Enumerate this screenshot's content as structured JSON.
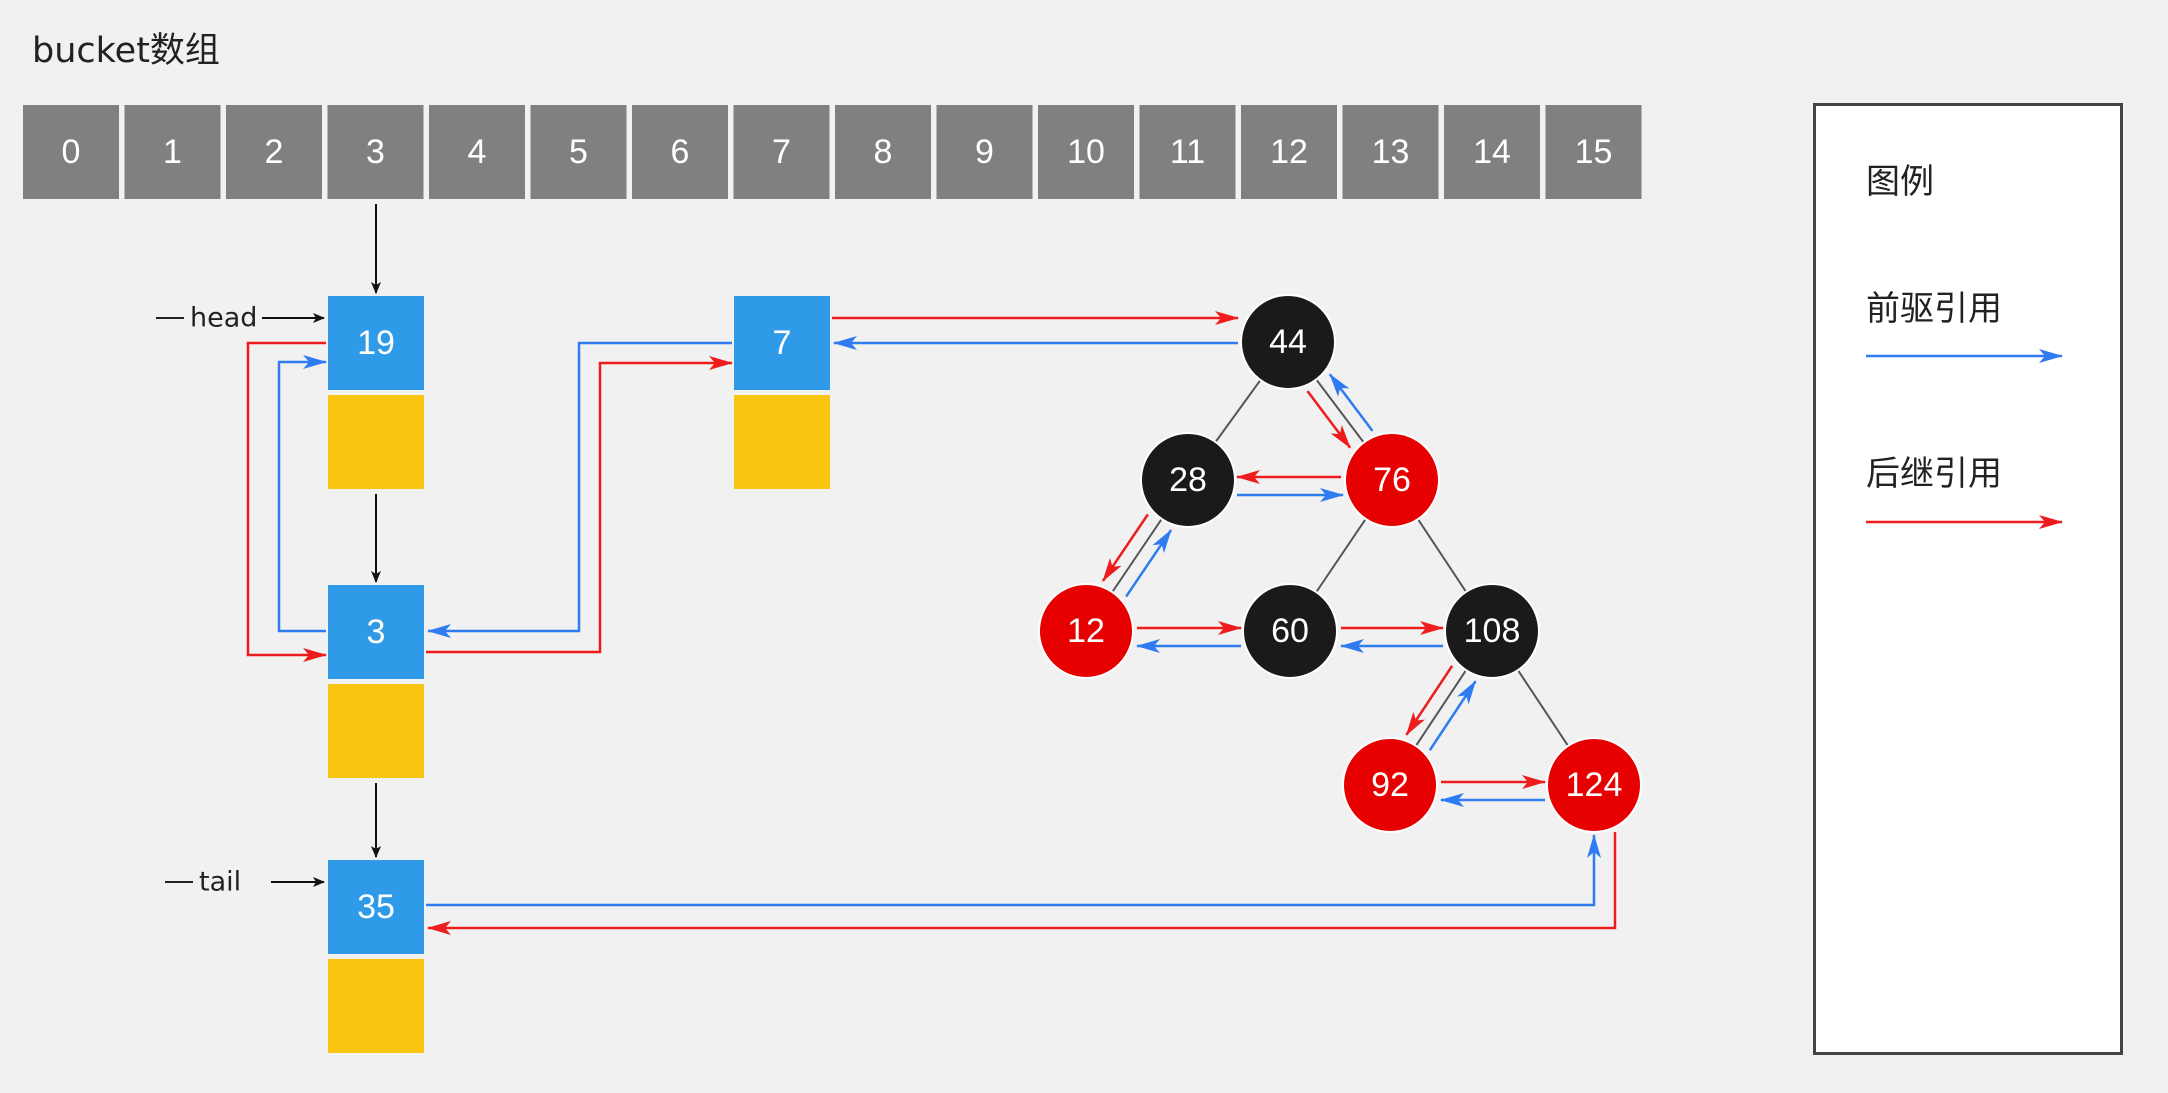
{
  "title": "bucket数组",
  "bucket": {
    "indices": [
      "0",
      "1",
      "2",
      "3",
      "4",
      "5",
      "6",
      "7",
      "8",
      "9",
      "10",
      "11",
      "12",
      "13",
      "14",
      "15"
    ],
    "occupied": [
      "3"
    ]
  },
  "colors": {
    "bucket_cell": "#808080",
    "list_key": "#2f9be8",
    "list_value": "#f8c611",
    "rb_red": "#e60000",
    "rb_black": "#1a1a1a",
    "prev_ref": "#2f7bf0",
    "next_ref": "#ee1c1c",
    "tree_edge": "#555555"
  },
  "linked_list": {
    "head_label": "head",
    "tail_label": "tail",
    "nodes": [
      {
        "key": "19",
        "role": "head"
      },
      {
        "key": "3",
        "role": ""
      },
      {
        "key": "35",
        "role": "tail"
      }
    ],
    "extra_node": {
      "key": "7"
    }
  },
  "red_black_tree": {
    "nodes": [
      {
        "key": "44",
        "color": "black"
      },
      {
        "key": "28",
        "color": "black"
      },
      {
        "key": "76",
        "color": "red"
      },
      {
        "key": "12",
        "color": "red"
      },
      {
        "key": "60",
        "color": "black"
      },
      {
        "key": "108",
        "color": "black"
      },
      {
        "key": "92",
        "color": "red"
      },
      {
        "key": "124",
        "color": "red"
      }
    ],
    "edges": [
      [
        "44",
        "28"
      ],
      [
        "44",
        "76"
      ],
      [
        "28",
        "12"
      ],
      [
        "76",
        "60"
      ],
      [
        "76",
        "108"
      ],
      [
        "108",
        "92"
      ],
      [
        "108",
        "124"
      ]
    ]
  },
  "traversal_order": [
    "19",
    "3",
    "7",
    "44",
    "76",
    "28",
    "12",
    "60",
    "108",
    "92",
    "124",
    "35"
  ],
  "legend": {
    "title": "图例",
    "items": [
      {
        "label": "前驱引用",
        "type": "prev"
      },
      {
        "label": "后继引用",
        "type": "next"
      }
    ]
  }
}
